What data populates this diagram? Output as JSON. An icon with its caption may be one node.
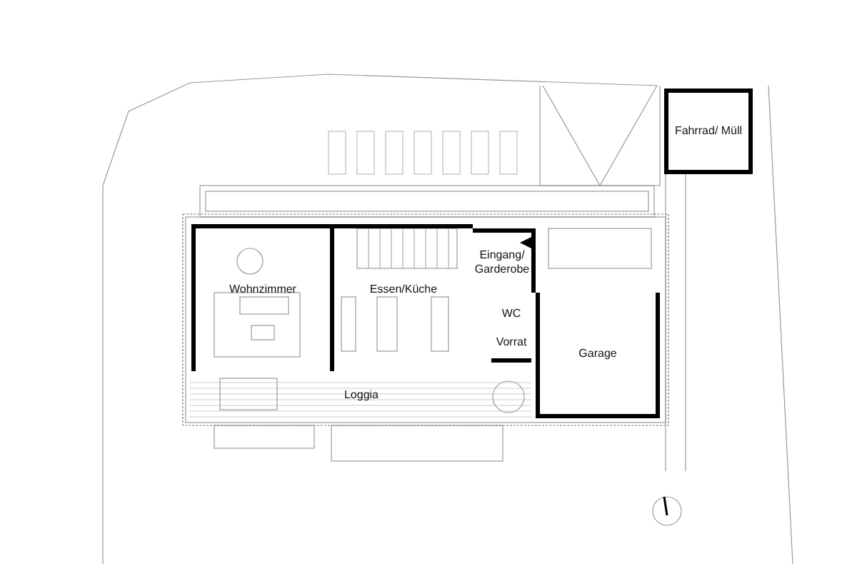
{
  "diagram": {
    "nodes": [
      {
        "text": [
          "Fahrrad/ Müll"
        ]
      },
      {
        "text": [
          "Wohnzimmer"
        ]
      },
      {
        "text": [
          "Essen/Küche"
        ]
      },
      {
        "text": [
          "Eingang/ Garderobe"
        ]
      },
      {
        "text": [
          "WC"
        ]
      },
      {
        "text": [
          "Vorrat"
        ]
      },
      {
        "text": [
          "Garage"
        ]
      },
      {
        "text": [
          "Loggia"
        ]
      }
    ]
  }
}
